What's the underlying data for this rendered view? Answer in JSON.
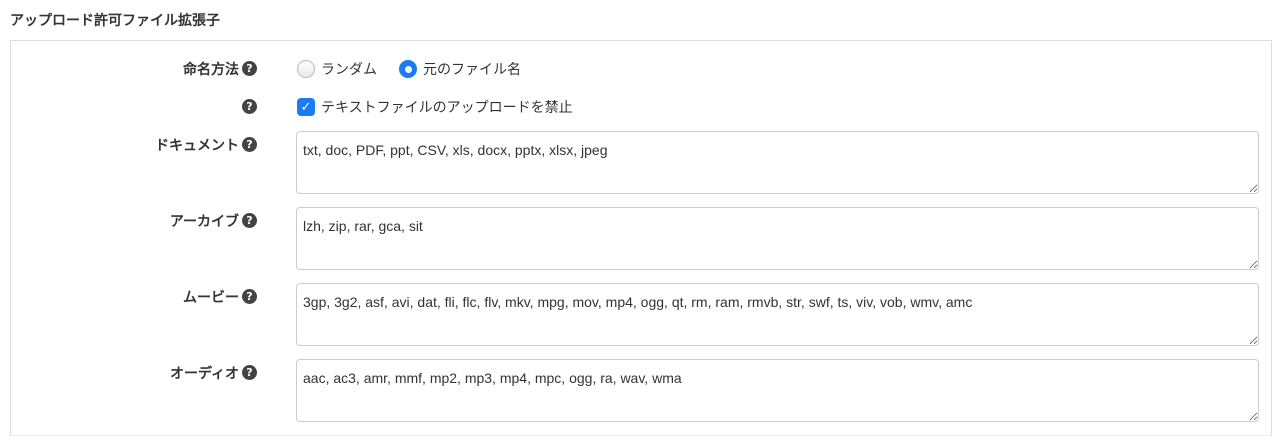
{
  "title": "アップロード許可ファイル拡張子",
  "naming": {
    "label": "命名方法",
    "options": [
      "ランダム",
      "元のファイル名"
    ],
    "selected": 1
  },
  "block_text": {
    "label": "テキストファイルのアップロードを禁止",
    "checked": true
  },
  "fields": [
    {
      "label": "ドキュメント",
      "value": "txt, doc, PDF, ppt, CSV, xls, docx, pptx, xlsx, jpeg"
    },
    {
      "label": "アーカイブ",
      "value": "lzh, zip, rar, gca, sit"
    },
    {
      "label": "ムービー",
      "value": "3gp, 3g2, asf, avi, dat, fli, flc, flv, mkv, mpg, mov, mp4, ogg, qt, rm, ram, rmvb, str, swf, ts, viv, vob, wmv, amc"
    },
    {
      "label": "オーディオ",
      "value": "aac, ac3, amr, mmf, mp2, mp3, mp4, mpc, ogg, ra, wav, wma"
    }
  ],
  "help_glyph": "?"
}
